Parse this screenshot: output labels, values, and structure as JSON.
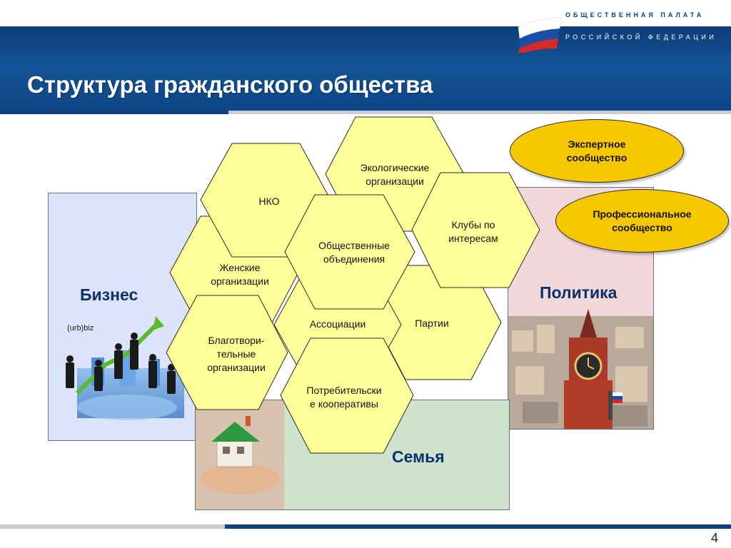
{
  "header": {
    "title": "Структура гражданского общества",
    "logo_line1": "ОБЩЕСТВЕННАЯ ПАЛАТА",
    "logo_line2": "РОССИЙСКОЙ ФЕДЕРАЦИИ"
  },
  "panels": {
    "business": {
      "label": "Бизнес",
      "logo_text": "(urb)biz"
    },
    "politics": {
      "label": "Политика"
    },
    "family": {
      "label": "Семья"
    }
  },
  "ovals": {
    "expert": "Экспертное сообщество",
    "professional": "Профессиональное сообщество"
  },
  "hexagons": [
    {
      "id": "eco",
      "lines": [
        "Экологические",
        "организации"
      ]
    },
    {
      "id": "nko",
      "lines": [
        "НКО"
      ]
    },
    {
      "id": "clubs",
      "lines": [
        "Клубы по",
        "интересам"
      ]
    },
    {
      "id": "women",
      "lines": [
        "Женские",
        "организации"
      ]
    },
    {
      "id": "public",
      "lines": [
        "Общественные",
        "объединения"
      ]
    },
    {
      "id": "assoc",
      "lines": [
        "Ассоциации"
      ]
    },
    {
      "id": "parties",
      "lines": [
        "Партии"
      ]
    },
    {
      "id": "charity",
      "lines": [
        "Благотвори-",
        "тельные",
        "организации"
      ]
    },
    {
      "id": "coop",
      "lines": [
        "Потребительски",
        "е кооперативы"
      ]
    }
  ],
  "colors": {
    "header_blue": "#145396",
    "hex_fill": "#ffff99",
    "oval_fill": "#f7c800",
    "business_bg": "#dbe4f8",
    "politics_bg": "#f2d8da",
    "family_bg": "#cde3cd"
  },
  "footer": {
    "page_number": "4"
  }
}
